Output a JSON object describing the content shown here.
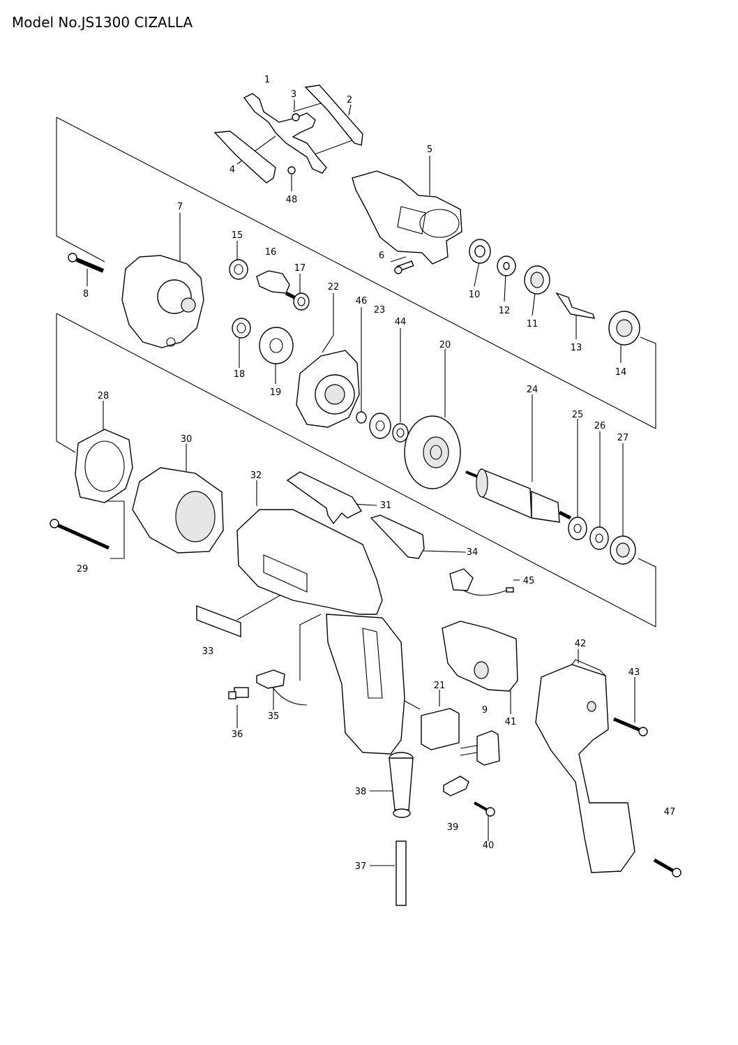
{
  "title": "Model No.JS1300 CIZALLA",
  "part_labels": [
    "1",
    "2",
    "3",
    "4",
    "5",
    "6",
    "7",
    "8",
    "9",
    "10",
    "11",
    "12",
    "13",
    "14",
    "15",
    "16",
    "17",
    "18",
    "19",
    "20",
    "21",
    "22",
    "23",
    "24",
    "25",
    "26",
    "27",
    "28",
    "29",
    "30",
    "31",
    "32",
    "33",
    "34",
    "35",
    "36",
    "37",
    "38",
    "39",
    "40",
    "41",
    "42",
    "43",
    "44",
    "45",
    "46",
    "47",
    "48"
  ]
}
